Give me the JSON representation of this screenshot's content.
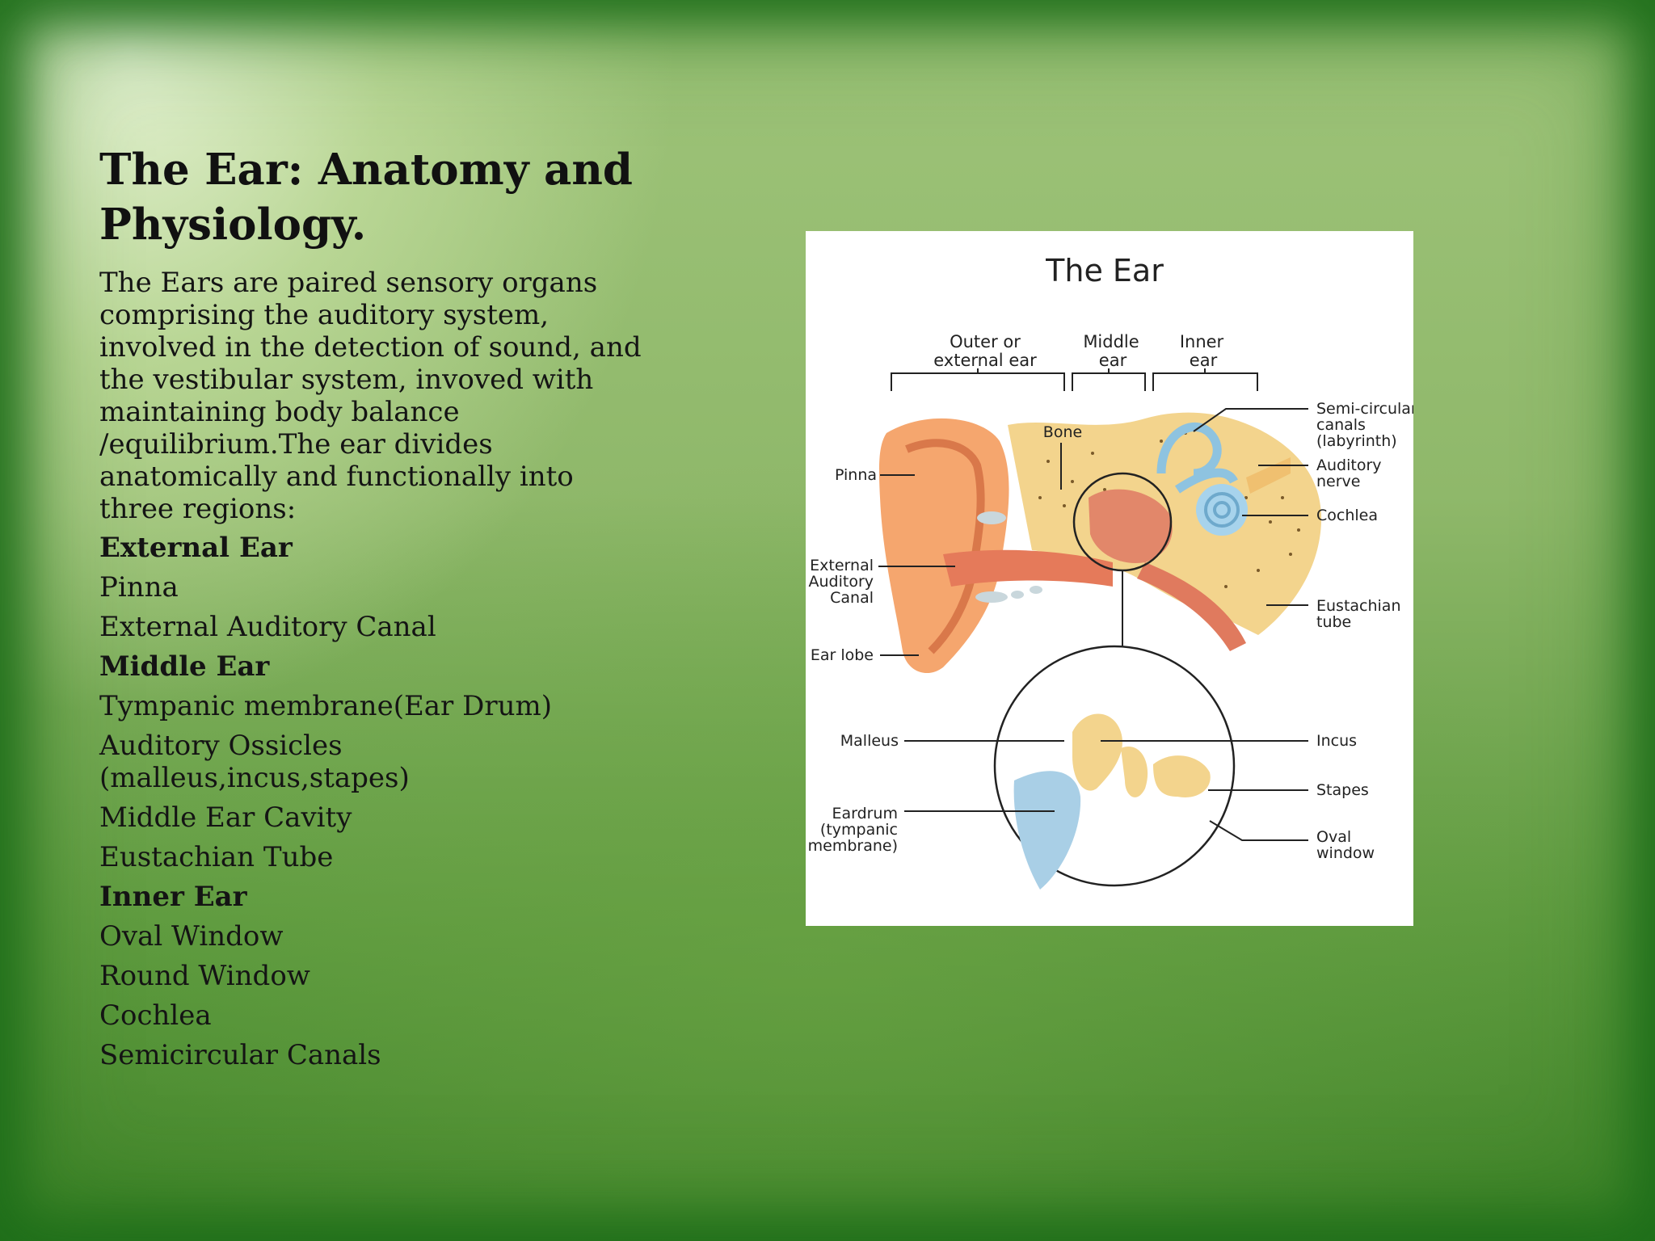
{
  "slide": {
    "title": "The Ear: Anatomy and Physiology.",
    "intro": "The Ears are paired sensory organs comprising the auditory system, involved in the detection of sound, and the vestibular system, invoved with maintaining body balance /equilibrium.The ear divides anatomically and functionally into three regions:",
    "outline": [
      {
        "text": "External Ear",
        "heading": true
      },
      {
        "text": "Pinna",
        "heading": false
      },
      {
        "text": "External Auditory Canal",
        "heading": false
      },
      {
        "text": "Middle Ear",
        "heading": true
      },
      {
        "text": "Tympanic membrane(Ear Drum)",
        "heading": false
      },
      {
        "text": "Auditory Ossicles (malleus,incus,stapes)",
        "heading": false
      },
      {
        "text": "Middle Ear Cavity",
        "heading": false
      },
      {
        "text": "Eustachian Tube",
        "heading": false
      },
      {
        "text": "Inner Ear",
        "heading": true
      },
      {
        "text": "Oval Window",
        "heading": false
      },
      {
        "text": "Round Window",
        "heading": false
      },
      {
        "text": "Cochlea",
        "heading": false
      },
      {
        "text": "Semicircular Canals",
        "heading": false
      }
    ]
  },
  "figure": {
    "title": "The Ear",
    "regions": {
      "outer": [
        "Outer or",
        "external ear"
      ],
      "middle": [
        "Middle",
        "ear"
      ],
      "inner": [
        "Inner",
        "ear"
      ]
    },
    "labels": {
      "bone": "Bone",
      "pinna": "Pinna",
      "canal": [
        "External",
        "Auditory",
        "Canal"
      ],
      "lobe": "Ear lobe",
      "semicircular": [
        "Semi-circular",
        "canals",
        "(labyrinth)"
      ],
      "nerve": [
        "Auditory",
        "nerve"
      ],
      "cochlea": "Cochlea",
      "eustachian": [
        "Eustachian",
        "tube"
      ],
      "malleus": "Malleus",
      "eardrum": [
        "Eardrum",
        "(tympanic",
        "membrane)"
      ],
      "incus": "Incus",
      "stapes": "Stapes",
      "oval": [
        "Oval",
        "window"
      ]
    }
  }
}
